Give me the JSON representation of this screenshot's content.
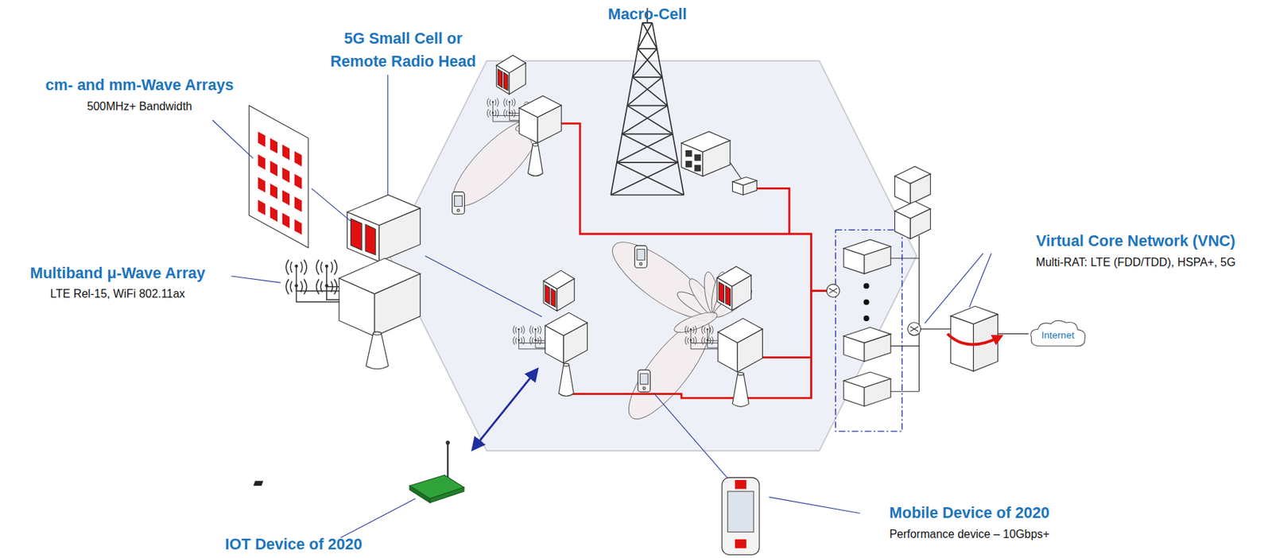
{
  "diagram": {
    "nodes": [
      {
        "text": [
          "Virtual Core Network (VNC)",
          "Multi-RAT: LTE (FDD/TDD), HSPA+, 5G"
        ]
      },
      {
        "text": [
          "Internet"
        ]
      }
    ],
    "edges": [
      {
        "from": 0,
        "to": 1,
        "arrow": "none"
      }
    ],
    "labels": [
      "cm- and mm-Wave Arrays",
      "500MHz+ Bandwidth",
      "5G Small Cell or Remote Radio Head",
      "Macro-Cell",
      "Multiband μ-Wave Array",
      "LTE Rel-15, WiFi 802.11ax",
      "Mobile Device of 2020",
      "Performance device – 10Gbps+",
      "IOT Device of 2020"
    ]
  }
}
